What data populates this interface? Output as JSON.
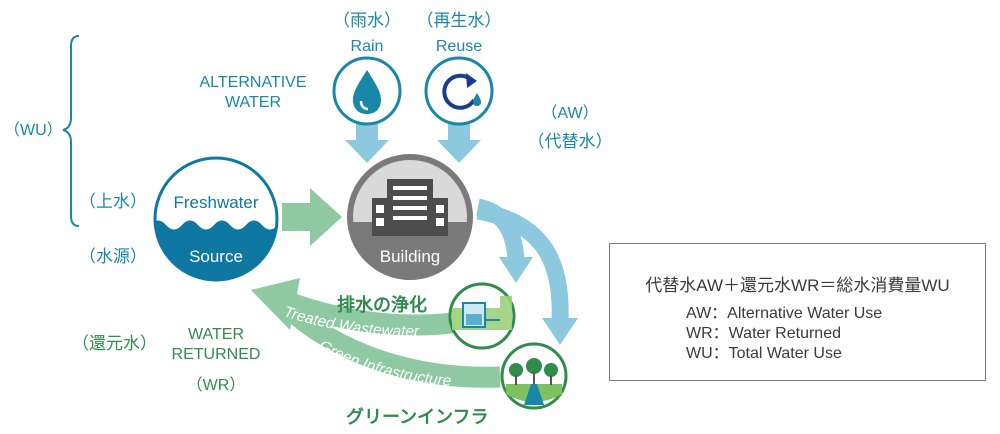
{
  "labels": {
    "rain_jp": "（雨水）",
    "rain_en": "Rain",
    "reuse_jp": "（再生水）",
    "reuse_en": "Reuse",
    "alternative_water_line1": "ALTERNATIVE",
    "alternative_water_line2": "WATER",
    "aw_abbr": "（AW）",
    "aw_jp": "（代替水）",
    "wu_abbr": "（WU）",
    "potable_jp": "（上水）",
    "source_jp": "（水源）",
    "freshwater": "Freshwater",
    "source": "Source",
    "building": "Building",
    "wastewater_purification_jp": "排水の浄化",
    "treated_wastewater": "Treated Wastewater",
    "green_infrastructure": "Green Infrastructure",
    "green_infrastructure_jp": "グリーンインフラ",
    "returned_jp": "（還元水）",
    "water_returned_line1": "WATER",
    "water_returned_line2": "RETURNED",
    "wr_abbr": "（WR）"
  },
  "legend": {
    "equation": "代替水AW＋還元水WR＝総水消費量WU",
    "aw": "AW：Alternative Water Use",
    "wr": "WR：Water Returned",
    "wu": "WU：Total Water Use"
  },
  "colors": {
    "blue": "#1a87a8",
    "light_blue_arrow": "#8cc9de",
    "green": "#2f8c4a",
    "light_green_arrow": "#8ec9a1",
    "building_gray": "#7a7a7a",
    "water_fill": "#0e78a2"
  }
}
